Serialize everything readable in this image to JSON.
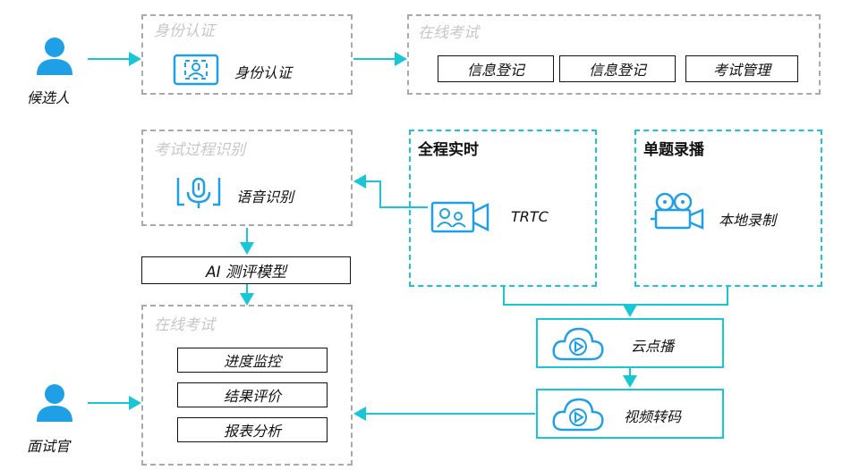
{
  "roles": {
    "candidate": "候选人",
    "interviewer": "面试官"
  },
  "identity": {
    "title": "身份认证",
    "item": "身份认证"
  },
  "online_exam_top": {
    "title": "在线考试",
    "items": [
      "信息登记",
      "信息登记",
      "考试管理"
    ]
  },
  "recognition": {
    "title": "考试过程识别",
    "item": "语音识别"
  },
  "ai_model": "AI 测评模型",
  "realtime": {
    "title": "全程实时",
    "item": "TRTC"
  },
  "recording": {
    "title": "单题录播",
    "item": "本地录制"
  },
  "vod": "云点播",
  "transcode": "视频转码",
  "online_exam_bottom": {
    "title": "在线考试",
    "items": [
      "进度监控",
      "结果评价",
      "报表分析"
    ]
  },
  "colors": {
    "accent": "#19c6d6",
    "icon_blue": "#1fa0e6",
    "dashed_gray": "#a9a9a9"
  }
}
